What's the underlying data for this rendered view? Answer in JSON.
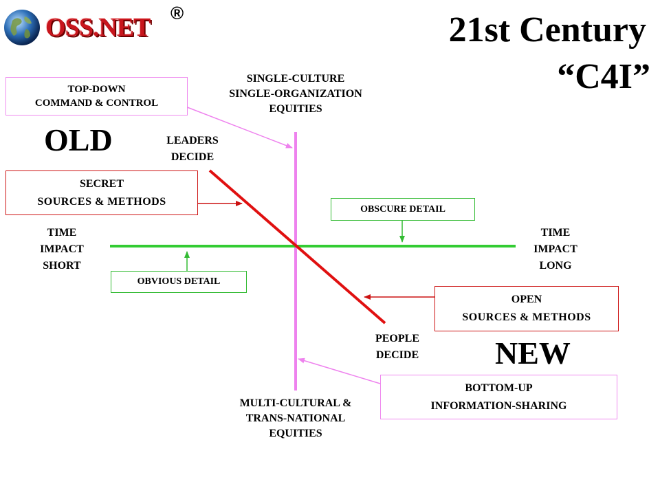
{
  "logo": {
    "text": "OSS.NET",
    "registered": "®",
    "icon": "globe-icon"
  },
  "title": {
    "line1": "21st Century",
    "line2": "“C4I”"
  },
  "era": {
    "old": "OLD",
    "new": "NEW"
  },
  "axes": {
    "top": [
      "SINGLE-CULTURE",
      "SINGLE-ORGANIZATION",
      "EQUITIES"
    ],
    "bottom": [
      "MULTI-CULTURAL &",
      "TRANS-NATIONAL",
      "EQUITIES"
    ],
    "left": [
      "TIME",
      "IMPACT",
      "SHORT"
    ],
    "right": [
      "TIME",
      "IMPACT",
      "LONG"
    ]
  },
  "diagonal": {
    "start": [
      "LEADERS",
      "DECIDE"
    ],
    "end": [
      "PEOPLE",
      "DECIDE"
    ]
  },
  "boxes": {
    "top_down": [
      "TOP-DOWN",
      "COMMAND & CONTROL"
    ],
    "secret": [
      "SECRET",
      "SOURCES & METHODS"
    ],
    "obscure": [
      "OBSCURE DETAIL"
    ],
    "obvious": [
      "OBVIOUS DETAIL"
    ],
    "open": [
      "OPEN",
      "SOURCES & METHODS"
    ],
    "bottom_up": [
      "BOTTOM-UP",
      "INFORMATION-SHARING"
    ]
  },
  "colors": {
    "vertical_axis": "#ee82ee",
    "horizontal_axis": "#33cc33",
    "diagonal": "#e01010",
    "red_box": "#cc1111",
    "green_box": "#33bb33",
    "pink_box": "#ee88ee"
  }
}
